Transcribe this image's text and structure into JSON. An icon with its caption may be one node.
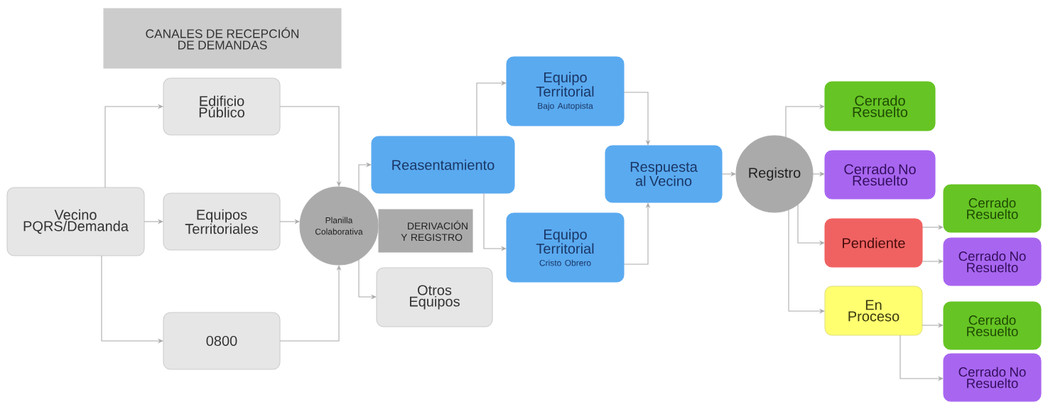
{
  "diagram": {
    "nodes": [
      {
        "text": [
          "CANALES DE RECEPCIÓN DE DEMANDAS"
        ]
      },
      {
        "text": [
          "Vecino PQRS/Demanda"
        ]
      },
      {
        "text": [
          "Edificio Público"
        ]
      },
      {
        "text": [
          "Equipos Territoriales"
        ]
      },
      {
        "text": [
          "0800"
        ]
      },
      {
        "text": [
          "Planilla Colaborativa"
        ]
      },
      {
        "text": [
          "DERIVACIÓN Y REGISTRO"
        ]
      },
      {
        "text": [
          "Reasentamiento"
        ]
      },
      {
        "text": [
          "Otros Equipos"
        ]
      },
      {
        "text": [
          "Equipo Territorial",
          "Bajo Autopista"
        ]
      },
      {
        "text": [
          "Equipo Territorial",
          "Cristo Obrero"
        ]
      },
      {
        "text": [
          "Respuesta al Vecino"
        ]
      },
      {
        "text": [
          "Registro"
        ]
      },
      {
        "text": [
          "Cerrado Resuelto"
        ]
      },
      {
        "text": [
          "Cerrado No Resuelto"
        ]
      },
      {
        "text": [
          "Pendiente"
        ]
      },
      {
        "text": [
          "En Proceso"
        ]
      },
      {
        "text": [
          "Cerrado Resuelto"
        ]
      },
      {
        "text": [
          "Cerrado No Resuelto"
        ]
      },
      {
        "text": [
          "Cerrado Resuelto"
        ]
      },
      {
        "text": [
          "Cerrado No Resuelto"
        ]
      }
    ],
    "edges": [
      {
        "from": 1,
        "to": 2,
        "arrow": "to"
      },
      {
        "from": 1,
        "to": 3,
        "arrow": "to"
      },
      {
        "from": 1,
        "to": 4,
        "arrow": "to"
      },
      {
        "from": 2,
        "to": 5,
        "arrow": "to"
      },
      {
        "from": 3,
        "to": 5,
        "arrow": "to"
      },
      {
        "from": 4,
        "to": 5,
        "arrow": "to"
      },
      {
        "from": 5,
        "to": 7,
        "arrow": "to"
      },
      {
        "from": 5,
        "to": 8,
        "arrow": "to"
      },
      {
        "from": 7,
        "to": 9,
        "arrow": "to"
      },
      {
        "from": 7,
        "to": 10,
        "arrow": "to"
      },
      {
        "from": 9,
        "to": 11,
        "arrow": "to"
      },
      {
        "from": 10,
        "to": 11,
        "arrow": "to"
      },
      {
        "from": 11,
        "to": 12,
        "arrow": "to"
      },
      {
        "from": 12,
        "to": 13,
        "arrow": "to"
      },
      {
        "from": 12,
        "to": 14,
        "arrow": "to"
      },
      {
        "from": 12,
        "to": 15,
        "arrow": "to"
      },
      {
        "from": 12,
        "to": 16,
        "arrow": "to"
      },
      {
        "from": 15,
        "to": 17,
        "arrow": "to"
      },
      {
        "from": 15,
        "to": 18,
        "arrow": "to"
      },
      {
        "from": 16,
        "to": 19,
        "arrow": "to"
      },
      {
        "from": 16,
        "to": 20,
        "arrow": "to"
      }
    ]
  }
}
